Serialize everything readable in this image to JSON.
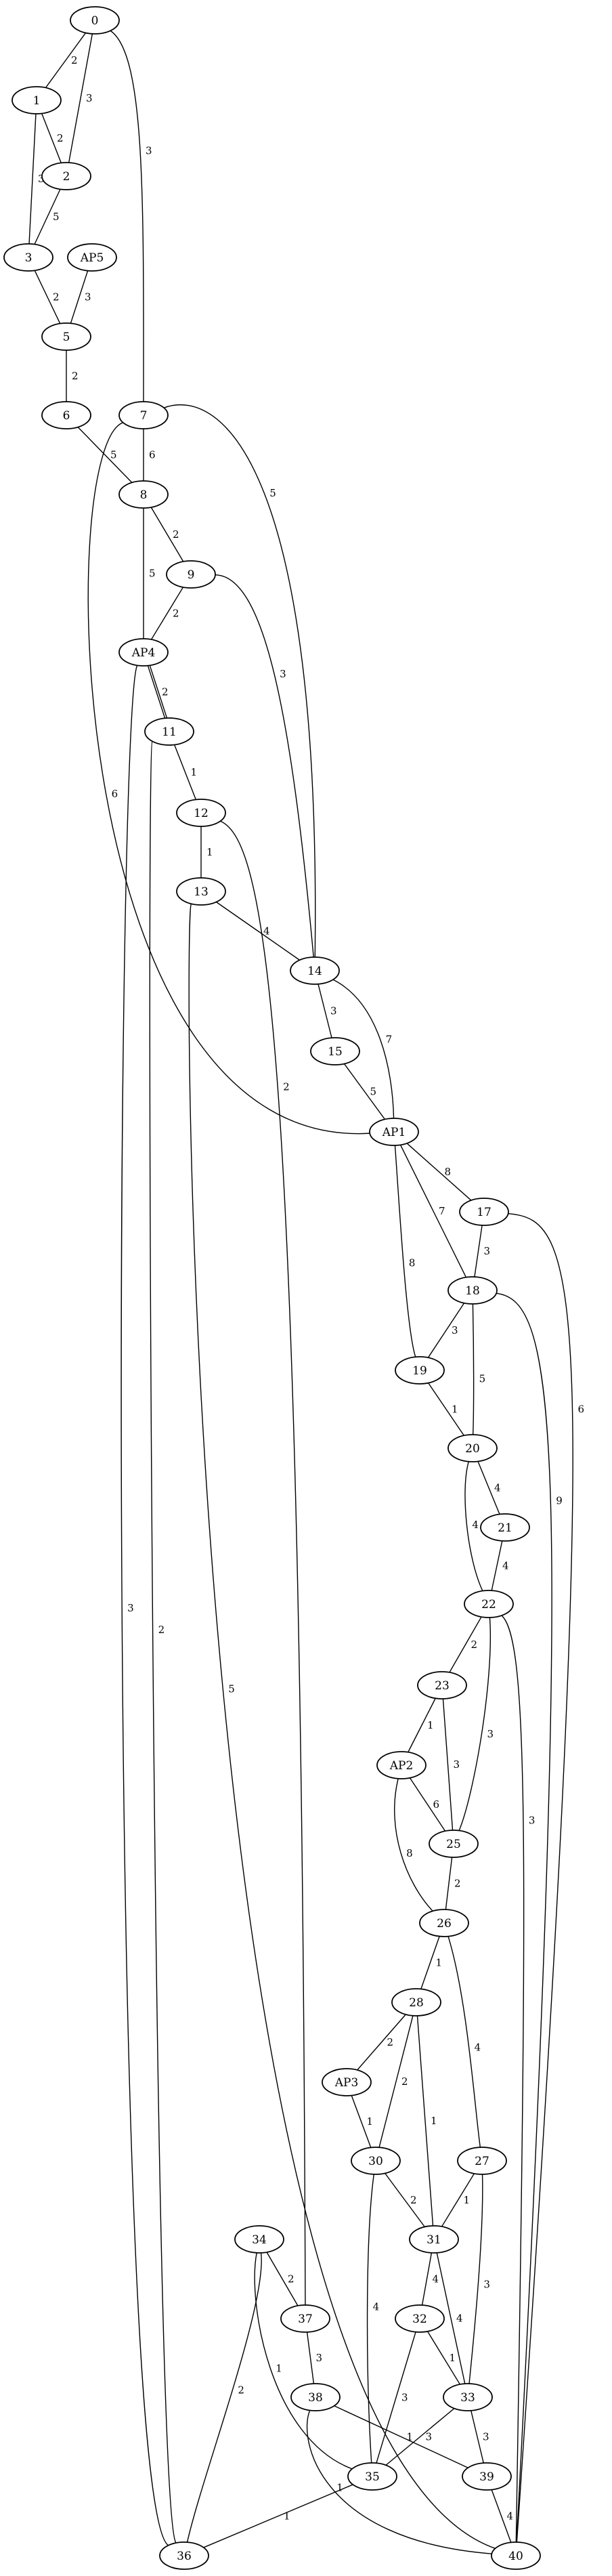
{
  "graph": {
    "nodes": [
      {
        "id": "0",
        "label": "0"
      },
      {
        "id": "1",
        "label": "1"
      },
      {
        "id": "2",
        "label": "2"
      },
      {
        "id": "3",
        "label": "3"
      },
      {
        "id": "AP5",
        "label": "AP5"
      },
      {
        "id": "5",
        "label": "5"
      },
      {
        "id": "6",
        "label": "6"
      },
      {
        "id": "7",
        "label": "7"
      },
      {
        "id": "8",
        "label": "8"
      },
      {
        "id": "9",
        "label": "9"
      },
      {
        "id": "AP4",
        "label": "AP4"
      },
      {
        "id": "11",
        "label": "11"
      },
      {
        "id": "12",
        "label": "12"
      },
      {
        "id": "13",
        "label": "13"
      },
      {
        "id": "14",
        "label": "14"
      },
      {
        "id": "15",
        "label": "15"
      },
      {
        "id": "AP1",
        "label": "AP1"
      },
      {
        "id": "17",
        "label": "17"
      },
      {
        "id": "18",
        "label": "18"
      },
      {
        "id": "19",
        "label": "19"
      },
      {
        "id": "20",
        "label": "20"
      },
      {
        "id": "21",
        "label": "21"
      },
      {
        "id": "22",
        "label": "22"
      },
      {
        "id": "23",
        "label": "23"
      },
      {
        "id": "AP2",
        "label": "AP2"
      },
      {
        "id": "25",
        "label": "25"
      },
      {
        "id": "26",
        "label": "26"
      },
      {
        "id": "28",
        "label": "28"
      },
      {
        "id": "AP3",
        "label": "AP3"
      },
      {
        "id": "30",
        "label": "30"
      },
      {
        "id": "27",
        "label": "27"
      },
      {
        "id": "31",
        "label": "31"
      },
      {
        "id": "34",
        "label": "34"
      },
      {
        "id": "37",
        "label": "37"
      },
      {
        "id": "32",
        "label": "32"
      },
      {
        "id": "33",
        "label": "33"
      },
      {
        "id": "38",
        "label": "38"
      },
      {
        "id": "35",
        "label": "35"
      },
      {
        "id": "39",
        "label": "39"
      },
      {
        "id": "36",
        "label": "36"
      },
      {
        "id": "40",
        "label": "40"
      }
    ],
    "edges": [
      {
        "from": "0",
        "to": "1",
        "weight": "2"
      },
      {
        "from": "0",
        "to": "2",
        "weight": "3"
      },
      {
        "from": "0",
        "to": "7",
        "weight": "3"
      },
      {
        "from": "1",
        "to": "2",
        "weight": "2"
      },
      {
        "from": "1",
        "to": "3",
        "weight": "3"
      },
      {
        "from": "2",
        "to": "3",
        "weight": "5"
      },
      {
        "from": "3",
        "to": "5",
        "weight": "2"
      },
      {
        "from": "AP5",
        "to": "5",
        "weight": "3"
      },
      {
        "from": "5",
        "to": "6",
        "weight": "2"
      },
      {
        "from": "6",
        "to": "8",
        "weight": "5"
      },
      {
        "from": "7",
        "to": "8",
        "weight": "6"
      },
      {
        "from": "7",
        "to": "14",
        "weight": "5"
      },
      {
        "from": "7",
        "to": "AP1",
        "weight": "6"
      },
      {
        "from": "8",
        "to": "9",
        "weight": "2"
      },
      {
        "from": "8",
        "to": "AP4",
        "weight": "5"
      },
      {
        "from": "9",
        "to": "AP4",
        "weight": "2"
      },
      {
        "from": "9",
        "to": "14",
        "weight": "3"
      },
      {
        "from": "AP4",
        "to": "11",
        "weight": "2",
        "highlight": "#c0392b"
      },
      {
        "from": "AP4",
        "to": "36",
        "weight": "3"
      },
      {
        "from": "11",
        "to": "12",
        "weight": "1"
      },
      {
        "from": "11",
        "to": "36",
        "weight": "2"
      },
      {
        "from": "12",
        "to": "13",
        "weight": "1"
      },
      {
        "from": "12",
        "to": "37",
        "weight": "2"
      },
      {
        "from": "13",
        "to": "14",
        "weight": "4"
      },
      {
        "from": "13",
        "to": "40",
        "weight": "5"
      },
      {
        "from": "14",
        "to": "15",
        "weight": "3"
      },
      {
        "from": "14",
        "to": "AP1",
        "weight": "7"
      },
      {
        "from": "15",
        "to": "AP1",
        "weight": "5"
      },
      {
        "from": "AP1",
        "to": "17",
        "weight": "8"
      },
      {
        "from": "AP1",
        "to": "18",
        "weight": "7"
      },
      {
        "from": "AP1",
        "to": "19",
        "weight": "8"
      },
      {
        "from": "17",
        "to": "18",
        "weight": "3"
      },
      {
        "from": "17",
        "to": "40",
        "weight": "6"
      },
      {
        "from": "18",
        "to": "19",
        "weight": "3"
      },
      {
        "from": "18",
        "to": "20",
        "weight": "5"
      },
      {
        "from": "18",
        "to": "40",
        "weight": "9"
      },
      {
        "from": "19",
        "to": "20",
        "weight": "1"
      },
      {
        "from": "20",
        "to": "21",
        "weight": "4"
      },
      {
        "from": "20",
        "to": "22",
        "weight": "4"
      },
      {
        "from": "21",
        "to": "22",
        "weight": "4"
      },
      {
        "from": "22",
        "to": "23",
        "weight": "2"
      },
      {
        "from": "22",
        "to": "25",
        "weight": "3"
      },
      {
        "from": "22",
        "to": "40",
        "weight": "3"
      },
      {
        "from": "23",
        "to": "AP2",
        "weight": "1"
      },
      {
        "from": "23",
        "to": "25",
        "weight": "3"
      },
      {
        "from": "AP2",
        "to": "25",
        "weight": "6"
      },
      {
        "from": "AP2",
        "to": "26",
        "weight": "8"
      },
      {
        "from": "25",
        "to": "26",
        "weight": "2"
      },
      {
        "from": "26",
        "to": "28",
        "weight": "1"
      },
      {
        "from": "26",
        "to": "27",
        "weight": "4"
      },
      {
        "from": "28",
        "to": "AP3",
        "weight": "2"
      },
      {
        "from": "28",
        "to": "30",
        "weight": "2"
      },
      {
        "from": "28",
        "to": "31",
        "weight": "1"
      },
      {
        "from": "AP3",
        "to": "30",
        "weight": "1"
      },
      {
        "from": "30",
        "to": "31",
        "weight": "2"
      },
      {
        "from": "30",
        "to": "35",
        "weight": "4"
      },
      {
        "from": "27",
        "to": "31",
        "weight": "1"
      },
      {
        "from": "27",
        "to": "33",
        "weight": "3"
      },
      {
        "from": "31",
        "to": "32",
        "weight": "4"
      },
      {
        "from": "31",
        "to": "33",
        "weight": "4"
      },
      {
        "from": "34",
        "to": "37",
        "weight": "2"
      },
      {
        "from": "34",
        "to": "35",
        "weight": "1"
      },
      {
        "from": "34",
        "to": "36",
        "weight": "2"
      },
      {
        "from": "37",
        "to": "38",
        "weight": "3"
      },
      {
        "from": "32",
        "to": "33",
        "weight": "1"
      },
      {
        "from": "32",
        "to": "35",
        "weight": "3"
      },
      {
        "from": "33",
        "to": "35",
        "weight": "3"
      },
      {
        "from": "33",
        "to": "39",
        "weight": "3"
      },
      {
        "from": "38",
        "to": "39",
        "weight": "1"
      },
      {
        "from": "38",
        "to": "40",
        "weight": "1"
      },
      {
        "from": "35",
        "to": "36",
        "weight": "1"
      },
      {
        "from": "39",
        "to": "40",
        "weight": "4"
      }
    ]
  }
}
